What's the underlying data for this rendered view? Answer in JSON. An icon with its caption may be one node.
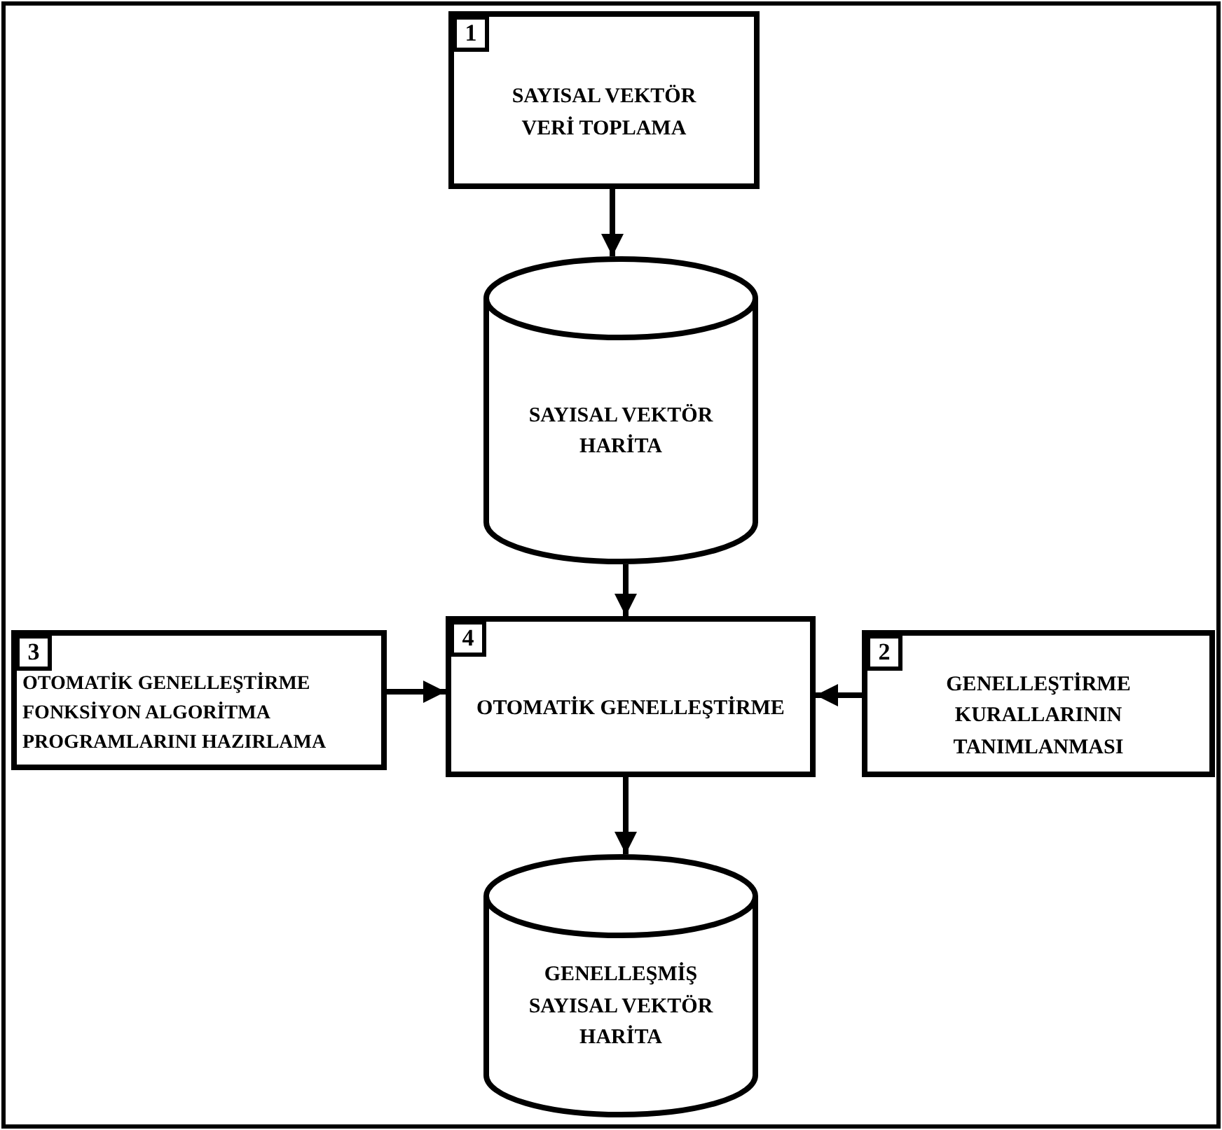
{
  "diagram": {
    "nodes": [
      {
        "text": [
          "1",
          "SAYISAL VEKTÖR VERİ TOPLAMA"
        ]
      },
      {
        "text": [
          "SAYISAL VEKTÖR HARİTA"
        ]
      },
      {
        "text": [
          "3",
          "OTOMATİK GENELLEŞTİRME FONKSİYON ALGORİTMA PROGRAMLARINI HAZIRLAMA"
        ]
      },
      {
        "text": [
          "4",
          "OTOMATİK GENELLEŞTİRME"
        ]
      },
      {
        "text": [
          "2",
          "GENELLEŞTİRME KURALLARININ TANIMLANMASI"
        ]
      },
      {
        "text": [
          "GENELLEŞMİŞ SAYISAL VEKTÖR HARİTA"
        ]
      }
    ],
    "edges": [
      {
        "from": 0,
        "to": 1,
        "arrow": "to"
      },
      {
        "from": 1,
        "to": 3,
        "arrow": "to"
      },
      {
        "from": 2,
        "to": 3,
        "arrow": "to"
      },
      {
        "from": 4,
        "to": 3,
        "arrow": "to"
      },
      {
        "from": 3,
        "to": 5,
        "arrow": "to"
      }
    ]
  }
}
